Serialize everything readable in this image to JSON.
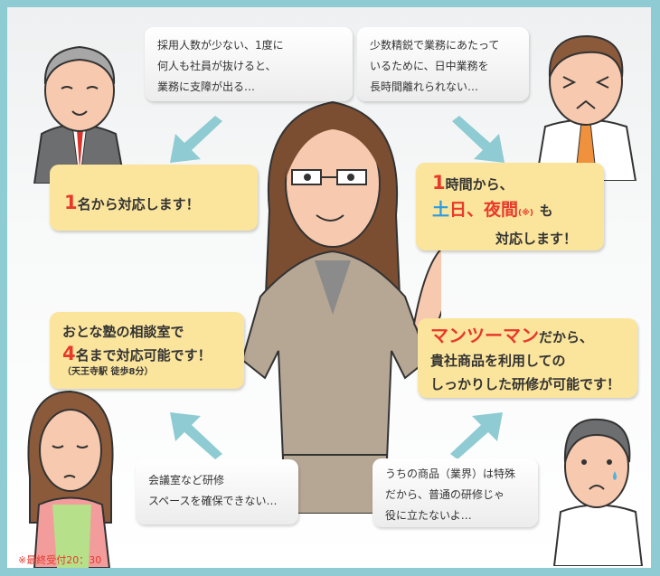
{
  "bubbles": {
    "top_left": {
      "lines": [
        "採用人数が少ない、1度に",
        "何人も社員が抜けると、",
        "業務に支障が出る…"
      ]
    },
    "top_right": {
      "lines": [
        "少数精鋭で業務にあたって",
        "いるために、日中業務を",
        "長時間離れられない…"
      ]
    },
    "bottom_left": {
      "lines": [
        "会議室など研修",
        "スペースを確保できない…"
      ]
    },
    "bottom_right": {
      "lines": [
        "うちの商品（業界）は特殊",
        "だから、普通の研修じゃ",
        "役に立たないよ…"
      ]
    }
  },
  "answers": {
    "a1": {
      "num": "1",
      "text": "名から対応します！"
    },
    "a2": {
      "num": "1",
      "line1": "時間から、",
      "donichi_do": "土",
      "donichi_nichi": "日、",
      "yakan": "夜間",
      "note": "(※)",
      "mo": "も",
      "line3": "対応します！"
    },
    "a3": {
      "line1": "おとな塾の相談室で",
      "num": "4",
      "line2": "名まで対応可能です！",
      "sub": "（天王寺駅 徒歩8分）"
    },
    "a4": {
      "highlight": "マンツーマン",
      "line1": "だから、",
      "line2": "貴社商品を利用しての",
      "line3": "しっかりした研修が可能です！"
    }
  },
  "footnote": "※最終受付20：30",
  "colors": {
    "border": "#8ecbd3",
    "yellow": "#fbe59c",
    "red": "#e8392b",
    "blue": "#2e9be0",
    "arrow": "#8ecbd3"
  }
}
